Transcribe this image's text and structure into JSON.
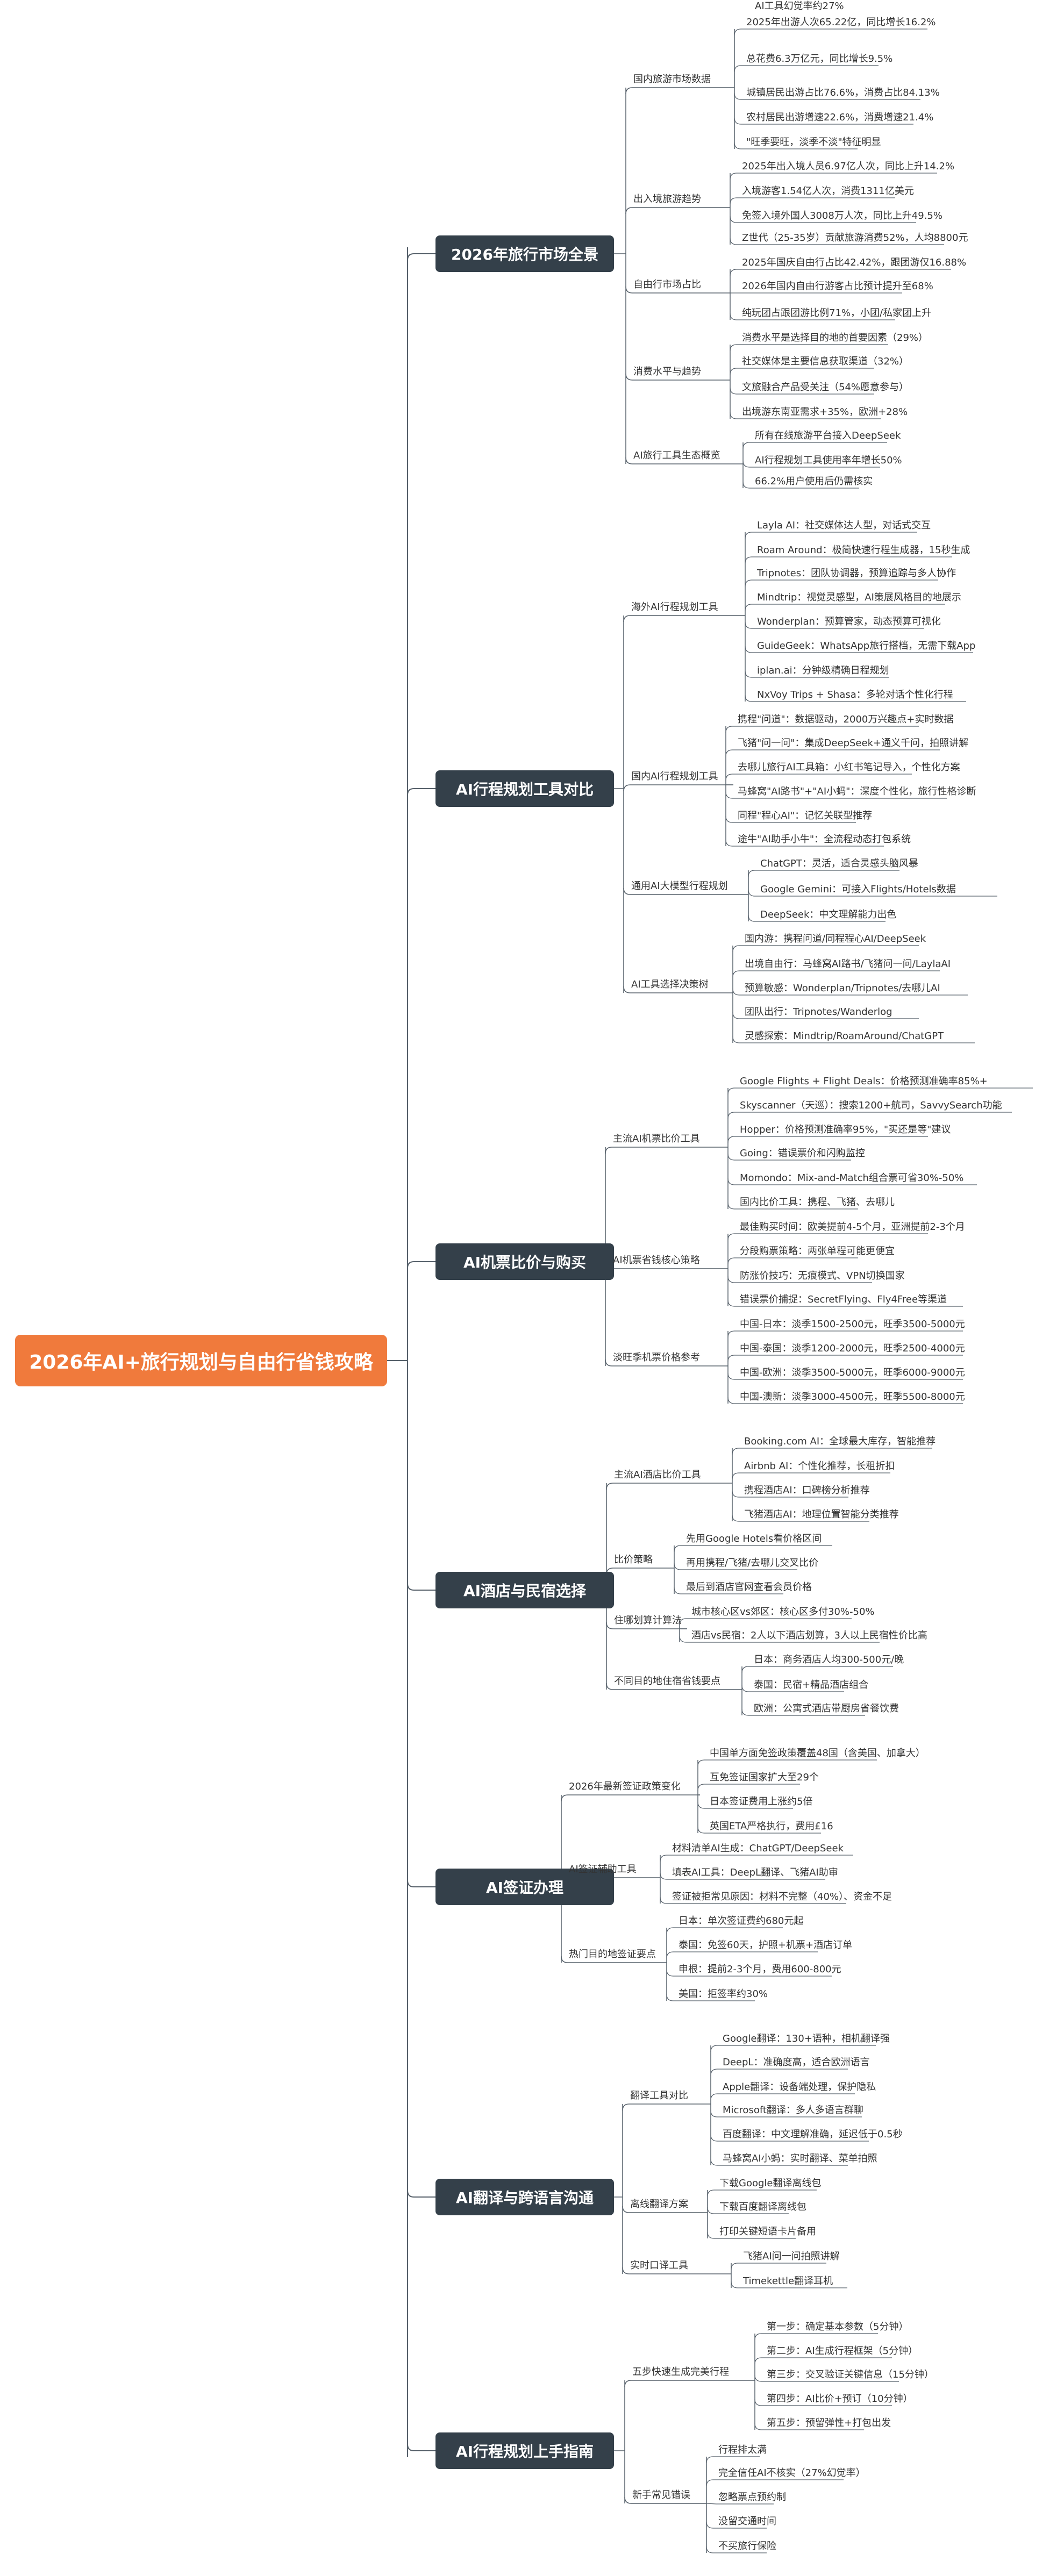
{
  "colors": {
    "root": "#f07a3c",
    "branch": "#34404a",
    "line": "#56606a",
    "text": "#333333",
    "background": "#ffffff"
  },
  "root": {
    "label": "2026年AI+旅行规划与自由行省钱攻略"
  },
  "branches": [
    {
      "label": "2026年旅行市场全景",
      "subs": [
        {
          "label": "国内旅游市场数据",
          "leaves": [
            "2025年出游人次65.22亿，同比增长16.2%",
            "总花费6.3万亿元，同比增长9.5%",
            "城镇居民出游占比76.6%，消费占比84.13%",
            "农村居民出游增速22.6%，消费增速21.4%",
            "\"旺季要旺，淡季不淡\"特征明显"
          ]
        },
        {
          "label": "出入境旅游趋势",
          "leaves": [
            "2025年出入境人员6.97亿人次，同比上升14.2%",
            "入境游客1.54亿人次，消费1311亿美元",
            "免签入境外国人3008万人次，同比上升49.5%",
            "Z世代（25-35岁）贡献旅游消费52%，人均8800元"
          ]
        },
        {
          "label": "自由行市场占比",
          "leaves": [
            "2025年国庆自由行占比42.42%，跟团游仅16.88%",
            "2026年国内自由行游客占比预计提升至68%",
            "纯玩团占跟团游比例71%，小团/私家团上升"
          ]
        },
        {
          "label": "消费水平与趋势",
          "leaves": [
            "消费水平是选择目的地的首要因素（29%）",
            "社交媒体是主要信息获取渠道（32%）",
            "文旅融合产品受关注（54%愿意参与）",
            "出境游东南亚需求+35%，欧洲+28%"
          ]
        },
        {
          "label": "AI旅行工具生态概览",
          "leaves": [
            "所有在线旅游平台接入DeepSeek",
            "AI行程规划工具使用率年增长50%",
            "66.2%用户使用后仍需核实",
            "AI工具幻觉率约27%"
          ]
        }
      ]
    },
    {
      "label": "AI行程规划工具对比",
      "subs": [
        {
          "label": "海外AI行程规划工具",
          "leaves": [
            "Layla AI：社交媒体达人型，对话式交互",
            "Roam Around：极简快速行程生成器，15秒生成",
            "Tripnotes：团队协调器，预算追踪与多人协作",
            "Mindtrip：视觉灵感型，AI策展风格目的地展示",
            "Wonderplan：预算管家，动态预算可视化",
            "GuideGeek：WhatsApp旅行搭档，无需下载App",
            "iplan.ai：分钟级精确日程规划",
            "NxVoy Trips + Shasa：多轮对话个性化行程"
          ]
        },
        {
          "label": "国内AI行程规划工具",
          "leaves": [
            "携程\"问道\"：数据驱动，2000万兴趣点+实时数据",
            "飞猪\"问一问\"：集成DeepSeek+通义千问，拍照讲解",
            "去哪儿旅行AI工具箱：小红书笔记导入，个性化方案",
            "马蜂窝\"AI路书\"+\"AI小蚂\"：深度个性化，旅行性格诊断",
            "同程\"程心AI\"：记忆关联型推荐",
            "途牛\"AI助手小牛\"：全流程动态打包系统"
          ]
        },
        {
          "label": "通用AI大模型行程规划",
          "leaves": [
            "ChatGPT：灵活，适合灵感头脑风暴",
            "Google Gemini：可接入Flights/Hotels数据",
            "DeepSeek：中文理解能力出色"
          ]
        },
        {
          "label": "AI工具选择决策树",
          "leaves": [
            "国内游：携程问道/同程程心AI/DeepSeek",
            "出境自由行：马蜂窝AI路书/飞猪问一问/LaylaAI",
            "预算敏感：Wonderplan/Tripnotes/去哪儿AI",
            "团队出行：Tripnotes/Wanderlog",
            "灵感探索：Mindtrip/RoamAround/ChatGPT"
          ]
        }
      ]
    },
    {
      "label": "AI机票比价与购买",
      "subs": [
        {
          "label": "主流AI机票比价工具",
          "leaves": [
            "Google Flights + Flight Deals：价格预测准确率85%+",
            "Skyscanner（天巡）：搜索1200+航司，SavvySearch功能",
            "Hopper：价格预测准确率95%，\"买还是等\"建议",
            "Going：错误票价和闪购监控",
            "Momondo：Mix-and-Match组合票可省30%-50%",
            "国内比价工具：携程、飞猪、去哪儿"
          ]
        },
        {
          "label": "AI机票省钱核心策略",
          "leaves": [
            "最佳购买时间：欧美提前4-5个月，亚洲提前2-3个月",
            "分段购票策略：两张单程可能更便宜",
            "防涨价技巧：无痕模式、VPN切换国家",
            "错误票价捕捉：SecretFlying、Fly4Free等渠道"
          ]
        },
        {
          "label": "淡旺季机票价格参考",
          "leaves": [
            "中国-日本：淡季1500-2500元，旺季3500-5000元",
            "中国-泰国：淡季1200-2000元，旺季2500-4000元",
            "中国-欧洲：淡季3500-5000元，旺季6000-9000元",
            "中国-澳新：淡季3000-4500元，旺季5500-8000元"
          ]
        }
      ]
    },
    {
      "label": "AI酒店与民宿选择",
      "subs": [
        {
          "label": "主流AI酒店比价工具",
          "leaves": [
            "Booking.com AI：全球最大库存，智能推荐",
            "Airbnb AI：个性化推荐，长租折扣",
            "携程酒店AI：口碑榜分析推荐",
            "飞猪酒店AI：地理位置智能分类推荐"
          ]
        },
        {
          "label": "比价策略",
          "leaves": [
            "先用Google Hotels看价格区间",
            "再用携程/飞猪/去哪儿交叉比价",
            "最后到酒店官网查看会员价格"
          ]
        },
        {
          "label": "住哪划算计算法",
          "leaves": [
            "城市核心区vs郊区：核心区多付30%-50%",
            "酒店vs民宿：2人以下酒店划算，3人以上民宿性价比高"
          ]
        },
        {
          "label": "不同目的地住宿省钱要点",
          "leaves": [
            "日本：商务酒店人均300-500元/晚",
            "泰国：民宿+精品酒店组合",
            "欧洲：公寓式酒店带厨房省餐饮费"
          ]
        }
      ]
    },
    {
      "label": "AI签证办理",
      "subs": [
        {
          "label": "2026年最新签证政策变化",
          "leaves": [
            "中国单方面免签政策覆盖48国（含美国、加拿大）",
            "互免签证国家扩大至29个",
            "日本签证费用上涨约5倍",
            "英国ETA严格执行，费用£16"
          ]
        },
        {
          "label": "AI签证辅助工具",
          "leaves": [
            "材料清单AI生成：ChatGPT/DeepSeek",
            "填表AI工具：DeepL翻译、飞猪AI助审",
            "签证被拒常见原因：材料不完整（40%）、资金不足"
          ]
        },
        {
          "label": "热门目的地签证要点",
          "leaves": [
            "日本：单次签证费约680元起",
            "泰国：免签60天，护照+机票+酒店订单",
            "申根：提前2-3个月，费用600-800元",
            "美国：拒签率约30%"
          ]
        }
      ]
    },
    {
      "label": "AI翻译与跨语言沟通",
      "subs": [
        {
          "label": "翻译工具对比",
          "leaves": [
            "Google翻译：130+语种，相机翻译强",
            "DeepL：准确度高，适合欧洲语言",
            "Apple翻译：设备端处理，保护隐私",
            "Microsoft翻译：多人多语言群聊",
            "百度翻译：中文理解准确，延迟低于0.5秒",
            "马蜂窝AI小蚂：实时翻译、菜单拍照"
          ]
        },
        {
          "label": "离线翻译方案",
          "leaves": [
            "下载Google翻译离线包",
            "下载百度翻译离线包",
            "打印关键短语卡片备用"
          ]
        },
        {
          "label": "实时口译工具",
          "leaves": [
            "飞猪AI问一问拍照讲解",
            "Timekettle翻译耳机"
          ]
        }
      ]
    },
    {
      "label": "AI行程规划上手指南",
      "subs": [
        {
          "label": "五步快速生成完美行程",
          "leaves": [
            "第一步：确定基本参数（5分钟）",
            "第二步：AI生成行程框架（5分钟）",
            "第三步：交叉验证关键信息（15分钟）",
            "第四步：AI比价+预订（10分钟）",
            "第五步：预留弹性+打包出发"
          ]
        },
        {
          "label": "新手常见错误",
          "leaves": [
            "行程排太满",
            "完全信任AI不核实（27%幻觉率）",
            "忽略票点预约制",
            "没留交通时间",
            "不买旅行保险"
          ]
        }
      ]
    }
  ]
}
